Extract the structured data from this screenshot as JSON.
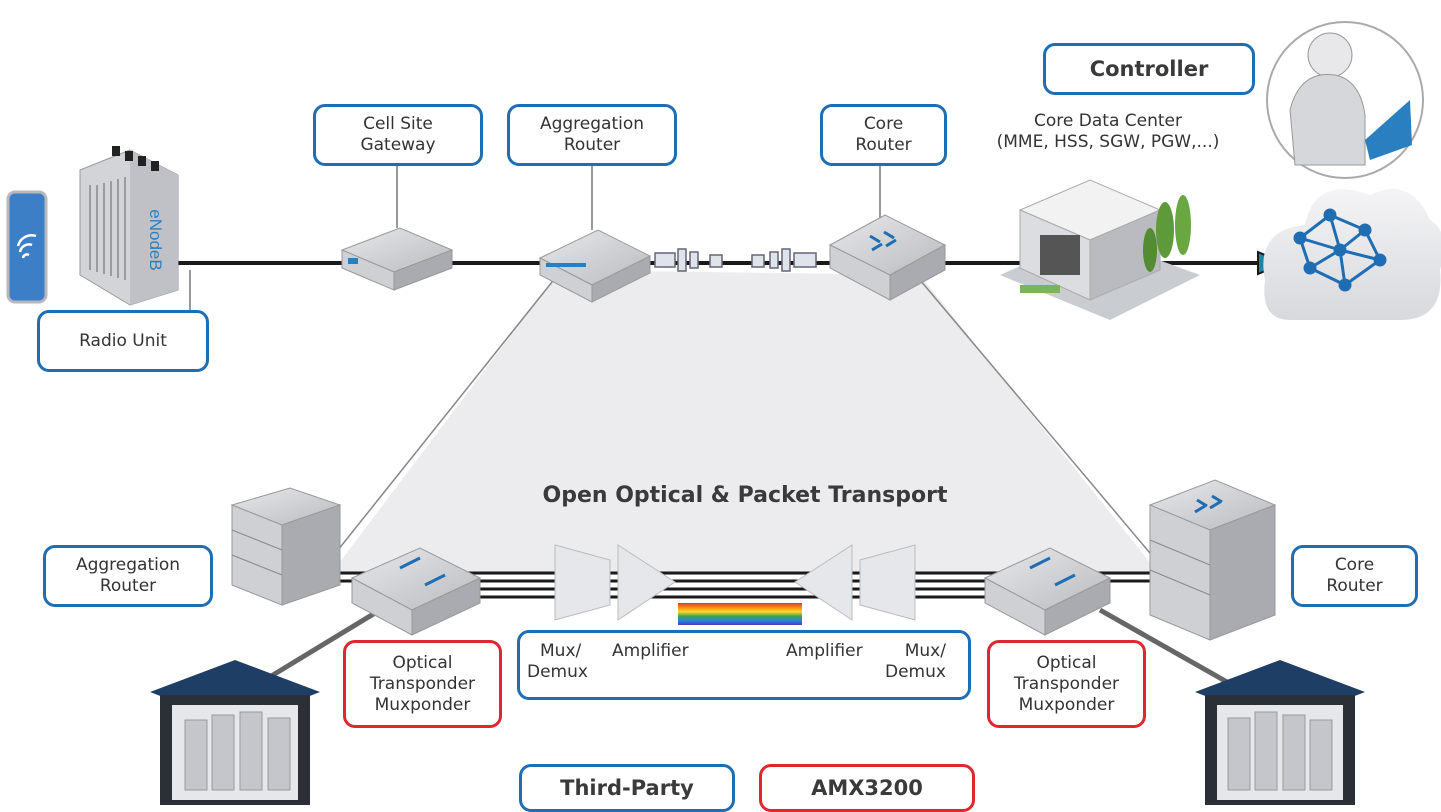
{
  "controller": "Controller",
  "core_dc": {
    "line1": "Core Data Center",
    "line2": "(MME, HSS, SGW, PGW,...)"
  },
  "device_labels": {
    "cell_site_gateway": [
      "Cell Site",
      "Gateway"
    ],
    "aggregation_router_top": [
      "Aggregation",
      "Router"
    ],
    "core_router_top": [
      "Core",
      "Router"
    ],
    "radio_unit": "Radio Unit",
    "aggregation_router_left": [
      "Aggregation",
      "Router"
    ],
    "core_router_right": [
      "Core",
      "Router"
    ],
    "optical_left": [
      "Optical",
      "Transponder",
      "Muxponder"
    ],
    "optical_right": [
      "Optical",
      "Transponder",
      "Muxponder"
    ]
  },
  "enodeb_label": "eNodeB",
  "center_title": "Open Optical & Packet Transport",
  "line_system": {
    "mux_left": [
      "Mux/",
      "Demux"
    ],
    "amp_left": "Amplifier",
    "amp_right": "Amplifier",
    "mux_right": [
      "Mux/",
      "Demux"
    ]
  },
  "legend": {
    "third_party": "Third-Party",
    "amx": "AMX3200"
  },
  "colors": {
    "third_party_border": "#1f6db3",
    "amx_border": "#e0262f",
    "accent": "#2a7fc1"
  }
}
